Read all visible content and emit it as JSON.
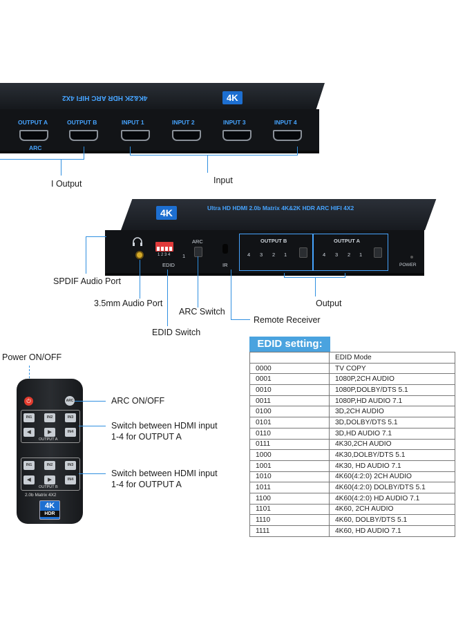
{
  "top_device": {
    "top_text": "4K&2K HDR ARC HIFI 4X2",
    "top_badge": "4K",
    "ports": [
      "OUTPUT A",
      "OUTPUT B",
      "INPUT 1",
      "INPUT 2",
      "INPUT 3",
      "INPUT 4"
    ],
    "arc_label": "ARC",
    "output_callout": "I Output",
    "input_callout": "Input"
  },
  "middle_device": {
    "top_text": "Ultra HD HDMI 2.0b Matrix 4K&2K HDR ARC HIFI 4X2",
    "top_badge": "4K",
    "arc_label": "ARC",
    "edid_label": "EDID",
    "dip_on": "1 2 3 4",
    "dip_num": "1",
    "ir_label": "IR",
    "output_b": "OUTPUT B",
    "output_a": "OUTPUT A",
    "port_numbers": [
      "4",
      "3",
      "2",
      "1"
    ],
    "power_label": "POWER",
    "callouts": {
      "spdif": "SPDIF Audio Port",
      "audio35": "3.5mm Audio Port",
      "arc_switch": "ARC Switch",
      "remote_receiver": "Remote Receiver",
      "edid_switch": "EDID Switch",
      "output": "Output"
    }
  },
  "remote": {
    "power_callout": "Power ON/OFF",
    "arc_callout": "ARC ON/OFF",
    "switch_a_line1": "Switch between HDMI input",
    "switch_a_line2": "1-4 for OUTPUT A",
    "switch_b_line1": "Switch between HDMI input",
    "switch_b_line2": "1-4 for OUTPUT A",
    "arc_button": "ARC",
    "buttons": [
      "IN1",
      "IN2",
      "IN3",
      "IN4"
    ],
    "group_a": "OUTPUT A",
    "group_b": "OUTPUT B",
    "model": "2.0b Matrix 4X2",
    "badge": "4K",
    "badge_sub": "HDR"
  },
  "edid": {
    "title": "EDID setting:",
    "header": [
      "",
      "EDID Mode"
    ],
    "rows": [
      [
        "0000",
        "TV COPY"
      ],
      [
        "0001",
        "1080P,2CH AUDIO"
      ],
      [
        "0010",
        "1080P,DOLBY/DTS 5.1"
      ],
      [
        "0011",
        "1080P,HD AUDIO 7.1"
      ],
      [
        "0100",
        "3D,2CH AUDIO"
      ],
      [
        "0101",
        "3D,DOLBY/DTS 5.1"
      ],
      [
        "0110",
        "3D,HD AUDIO 7.1"
      ],
      [
        "0111",
        "4K30,2CH AUDIO"
      ],
      [
        "1000",
        "4K30,DOLBY/DTS 5.1"
      ],
      [
        "1001",
        "4K30, HD AUDIO 7.1"
      ],
      [
        "1010",
        "4K60(4:2:0)  2CH AUDIO"
      ],
      [
        "1011",
        "4K60(4:2:0)  DOLBY/DTS 5.1"
      ],
      [
        "1100",
        "4K60(4:2:0)  HD AUDIO 7.1"
      ],
      [
        "1101",
        "4K60, 2CH AUDIO"
      ],
      [
        "1110",
        "4K60, DOLBY/DTS 5.1"
      ],
      [
        "1111",
        "4K60, HD AUDIO 7.1"
      ]
    ]
  },
  "colors": {
    "accent": "#2f8fe0",
    "edid_title_bg": "#4aa3df",
    "device": "#121417",
    "port_label": "#46a4ff"
  }
}
